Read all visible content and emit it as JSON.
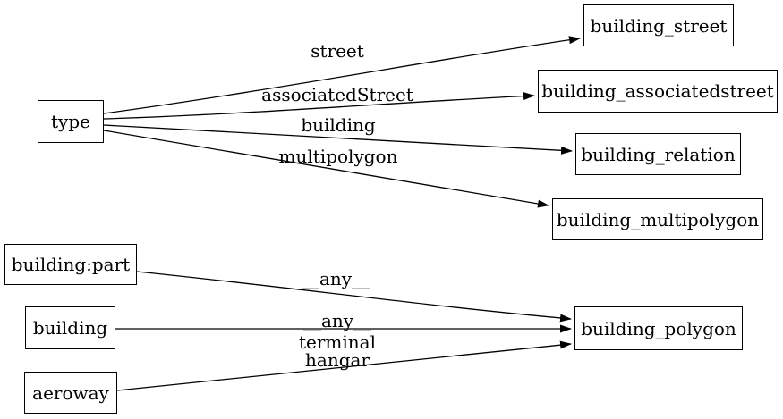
{
  "diagram": {
    "kind": "directed-graph",
    "direction": "left-to-right",
    "colors": {
      "background": "#ffffff",
      "node_fill": "#ffffff",
      "node_border": "#000000",
      "edge_stroke": "#000000",
      "text": "#000000"
    },
    "nodes": [
      {
        "id": "type",
        "label": "type"
      },
      {
        "id": "building:part",
        "label": "building:part"
      },
      {
        "id": "building",
        "label": "building"
      },
      {
        "id": "aeroway",
        "label": "aeroway"
      },
      {
        "id": "building_street",
        "label": "building_street"
      },
      {
        "id": "building_associatedstreet",
        "label": "building_associatedstreet"
      },
      {
        "id": "building_relation",
        "label": "building_relation"
      },
      {
        "id": "building_multipolygon",
        "label": "building_multipolygon"
      },
      {
        "id": "building_polygon",
        "label": "building_polygon"
      }
    ],
    "edges": [
      {
        "from": "type",
        "to": "building_street",
        "label": "street"
      },
      {
        "from": "type",
        "to": "building_associatedstreet",
        "label": "associatedStreet"
      },
      {
        "from": "type",
        "to": "building_relation",
        "label": "building"
      },
      {
        "from": "type",
        "to": "building_multipolygon",
        "label": "multipolygon"
      },
      {
        "from": "building:part",
        "to": "building_polygon",
        "label": "__any__"
      },
      {
        "from": "building",
        "to": "building_polygon",
        "label": "__any__"
      },
      {
        "from": "aeroway",
        "to": "building_polygon",
        "label_lines": [
          "terminal",
          "hangar"
        ]
      }
    ]
  }
}
